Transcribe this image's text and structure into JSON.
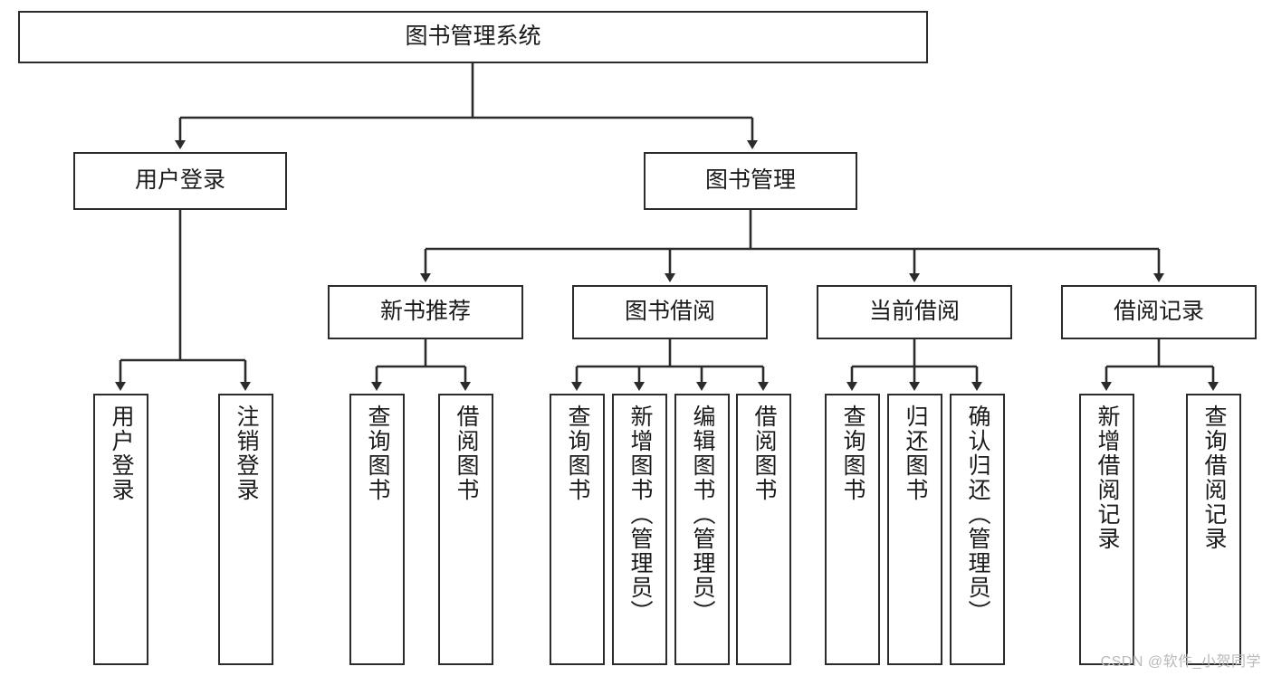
{
  "diagram": {
    "title": "图书管理系统",
    "type": "tree-hierarchy-chart",
    "colors": {
      "box_border": "#2b2b2b",
      "box_fill": "#ffffff",
      "connector": "#2b2b2b",
      "text": "#1a1a1a",
      "watermark": "#b9b9b9",
      "background": "#ffffff"
    }
  },
  "root": {
    "label": "图书管理系统"
  },
  "level2": [
    {
      "label": "用户登录"
    },
    {
      "label": "图书管理"
    }
  ],
  "level3": [
    {
      "label": "新书推荐"
    },
    {
      "label": "图书借阅"
    },
    {
      "label": "当前借阅"
    },
    {
      "label": "借阅记录"
    }
  ],
  "leaves": {
    "user_login": [
      {
        "label": "用户登录"
      },
      {
        "label": "注销登录"
      }
    ],
    "new_book_recommend": [
      {
        "label": "查询图书"
      },
      {
        "label": "借阅图书"
      }
    ],
    "book_borrow": [
      {
        "label": "查询图书"
      },
      {
        "label": "新增图书（管理员）"
      },
      {
        "label": "编辑图书（管理员）"
      },
      {
        "label": "借阅图书"
      }
    ],
    "current_borrow": [
      {
        "label": "查询图书"
      },
      {
        "label": "归还图书"
      },
      {
        "label": "确认归还（管理员）"
      }
    ],
    "borrow_record": [
      {
        "label": "新增借阅记录"
      },
      {
        "label": "查询借阅记录"
      }
    ]
  },
  "watermark": {
    "text": "CSDN @软件_小贺同学"
  }
}
